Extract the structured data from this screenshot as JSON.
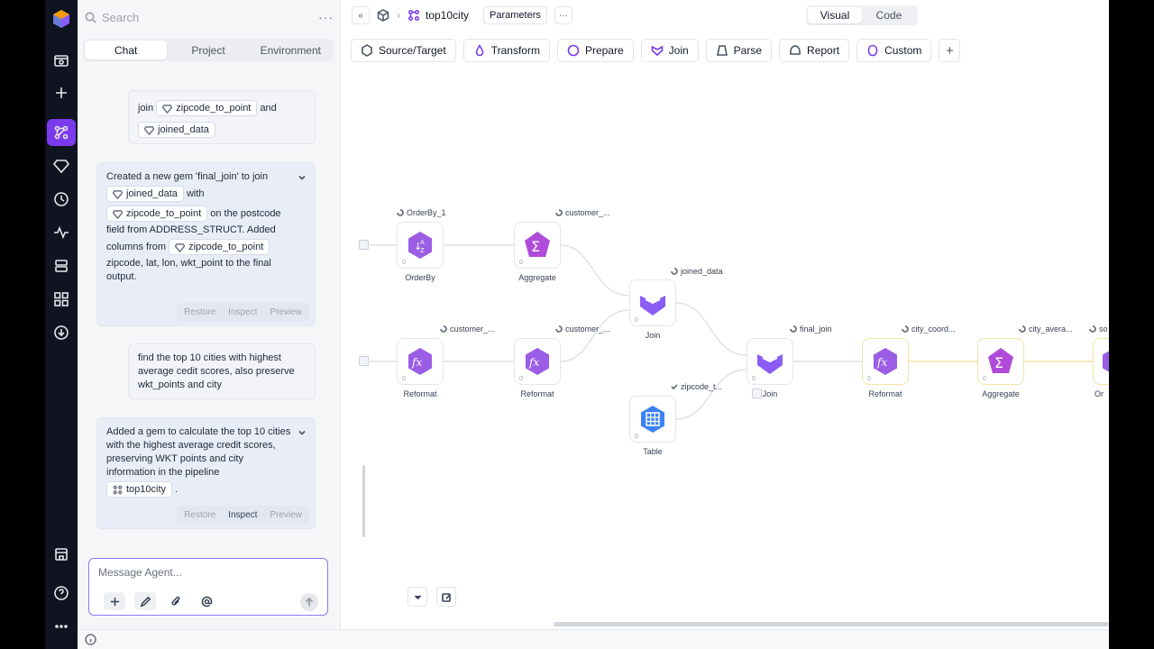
{
  "panel": {
    "search_placeholder": "Search",
    "more": "···",
    "tabs": [
      "Chat",
      "Project",
      "Environment"
    ]
  },
  "messages": {
    "m1": {
      "w1": "join",
      "chip1": "zipcode_to_point",
      "w2": "and",
      "chip2": "joined_data"
    },
    "m2": {
      "t1": "Created a new gem 'final_join' to join",
      "chip1": "joined_data",
      "t2": "with",
      "chip2": "zipcode_to_point",
      "t3": "on the",
      "t4": "postcode field from ADDRESS_STRUCT. Added columns from",
      "chip3": "zipcode_to_point",
      "t5": "zipcode, lat, lon, wkt_point to the final output."
    },
    "m3": {
      "text": "find the top 10 cities with highest average cedit scores, also preserve wkt_points and city"
    },
    "m4": {
      "text": "Added a gem to calculate the top 10 cities with the highest average credit scores, preserving WKT points and city information in the pipeline",
      "chip": "top10city",
      "dot": "."
    },
    "actions": {
      "restore": "Restore",
      "inspect": "Inspect",
      "preview": "Preview"
    }
  },
  "composer": {
    "placeholder": "Message Agent..."
  },
  "topbar": {
    "collapse": "«",
    "pipeline": "top10city",
    "parameters": "Parameters",
    "more": "···",
    "views": [
      "Visual",
      "Code"
    ]
  },
  "gems": [
    "Source/Target",
    "Transform",
    "Prepare",
    "Join",
    "Parse",
    "Report",
    "Custom"
  ],
  "gem_add": "+",
  "nodes": [
    {
      "title": "OrderBy_1",
      "label": "OrderBy",
      "kind": "orderby"
    },
    {
      "title": "customer_...",
      "label": "Aggregate",
      "kind": "aggregate"
    },
    {
      "title": "joined_data",
      "label": "Join",
      "kind": "join"
    },
    {
      "title": "customer_...",
      "label": "Reformat",
      "kind": "reformat"
    },
    {
      "title": "customer_...",
      "label": "Reformat",
      "kind": "reformat"
    },
    {
      "title": "zipcode_t...",
      "label": "Table",
      "kind": "table"
    },
    {
      "title": "final_join",
      "label": "Join",
      "kind": "join"
    },
    {
      "title": "city_coord...",
      "label": "Reformat",
      "kind": "reformat"
    },
    {
      "title": "city_avera...",
      "label": "Aggregate",
      "kind": "aggregate"
    },
    {
      "title": "so",
      "label": "Or",
      "kind": "orderby"
    }
  ],
  "node_counter": "0",
  "colors": {
    "accent": "#7c3aed",
    "gem_purple": "#a855f7",
    "table_blue": "#3b82f6"
  }
}
